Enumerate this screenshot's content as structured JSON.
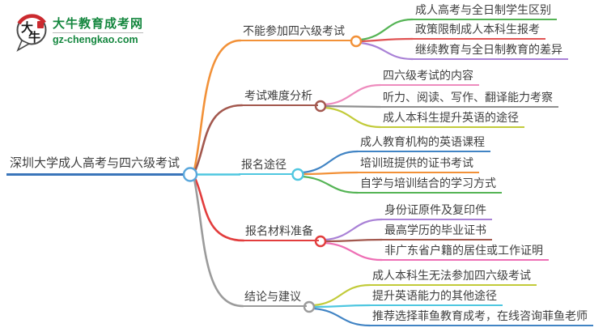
{
  "logo": {
    "icon_char_top": "大",
    "icon_char_bottom": "牛",
    "title": "大牛教育成考网",
    "domain": "gz-chengkao.com",
    "brand_color": "#15873f",
    "seal_color": "#cb2a2f"
  },
  "root": {
    "label": "深圳大学成人高考与四六级考试",
    "line_color": "#3a75ba",
    "circle_color": "#5aa7dc"
  },
  "branches": [
    {
      "label": "不能参加四六级考试",
      "color": "#f29138",
      "children": [
        {
          "label": "成人高考与全日制学生区别",
          "color": "#55b455"
        },
        {
          "label": "政策限制成人本科生报考",
          "color": "#e05353"
        },
        {
          "label": "继续教育与全日制教育的差异",
          "color": "#a981d6"
        }
      ]
    },
    {
      "label": "考试难度分析",
      "color": "#a3584e",
      "children": [
        {
          "label": "四六级考试的内容",
          "color": "#ee8cbe"
        },
        {
          "label": "听力、阅读、写作、翻译能力考察",
          "color": "#8f8f8f"
        },
        {
          "label": "成人本科生提升英语的途径",
          "color": "#c2cb3a"
        }
      ]
    },
    {
      "label": "报名途径",
      "color": "#4fc7e0",
      "children": [
        {
          "label": "成人教育机构的英语课程",
          "color": "#4184c4"
        },
        {
          "label": "培训班提供的证书考试",
          "color": "#f29138"
        },
        {
          "label": "自学与培训结合的学习方式",
          "color": "#55b455"
        }
      ]
    },
    {
      "label": "报名材料准备",
      "color": "#e23d3d",
      "children": [
        {
          "label": "身份证原件及复印件",
          "color": "#a981d6"
        },
        {
          "label": "最高学历的毕业证书",
          "color": "#a3584e"
        },
        {
          "label": "非广东省户籍的居住或工作证明",
          "color": "#ee6fb5"
        }
      ]
    },
    {
      "label": "结论与建议",
      "color": "#9b9b9b",
      "children": [
        {
          "label": "成人本科生无法参加四六级考试",
          "color": "#c2cb3a"
        },
        {
          "label": "提升英语能力的其他途径",
          "color": "#4fc7e0"
        },
        {
          "label": "推荐选择菲鱼教育成考，在线咨询菲鱼老师",
          "color": "#4184c4"
        }
      ]
    }
  ]
}
